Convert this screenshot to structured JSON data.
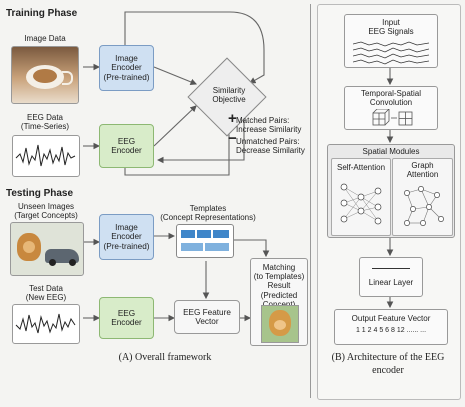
{
  "left": {
    "training": {
      "title": "Training Phase",
      "image_data": "Image Data",
      "image_encoder": "Image\nEncoder\n(Pre-trained)",
      "eeg_data": "EEG Data\n(Time-Series)",
      "eeg_encoder": "EEG\nEncoder",
      "similarity": "Similarity\nObjective",
      "plus": "+",
      "minus": "−",
      "matched": "Matched Pairs:\nIncrease Similarity",
      "unmatched": "Unmatched Pairs:\nDecrease Similarity"
    },
    "testing": {
      "title": "Testing Phase",
      "unseen": "Unseen Images\n(Target Concepts)",
      "image_encoder": "Image\nEncoder\n(Pre-trained)",
      "templates": "Templates\n(Concept Representations)",
      "matching": "Matching\n(to Templates)\nResult\n(Predicted Concept)",
      "test_data": "Test Data\n(New EEG)",
      "eeg_encoder": "EEG\nEncoder",
      "feature_vector": "EEG Feature\nVector"
    },
    "caption": "(A) Overall framework"
  },
  "right": {
    "input": "Input\nEEG Signals",
    "conv": "Temporal-Spatial\nConvolution",
    "spatial": "Spatial Modules",
    "self_attention": "Self-Attention",
    "graph_attention": "Graph\nAttention",
    "linear": "Linear Layer",
    "output": "Output Feature Vector",
    "output_values": "1 1 2 4 5 6 8 12 ...... ...",
    "caption": "(B) Architecture of the EEG\nencoder"
  },
  "colors": {
    "blue": "#cfe0f2",
    "green": "#d8ecc9",
    "template_bar": "#3f86c9"
  },
  "icons": [
    "coffee-cup-image",
    "dog-and-car-image",
    "golden-retriever-image",
    "eeg-waveform-icon",
    "3d-grid-icon",
    "neural-network-icon",
    "graph-icon"
  ]
}
